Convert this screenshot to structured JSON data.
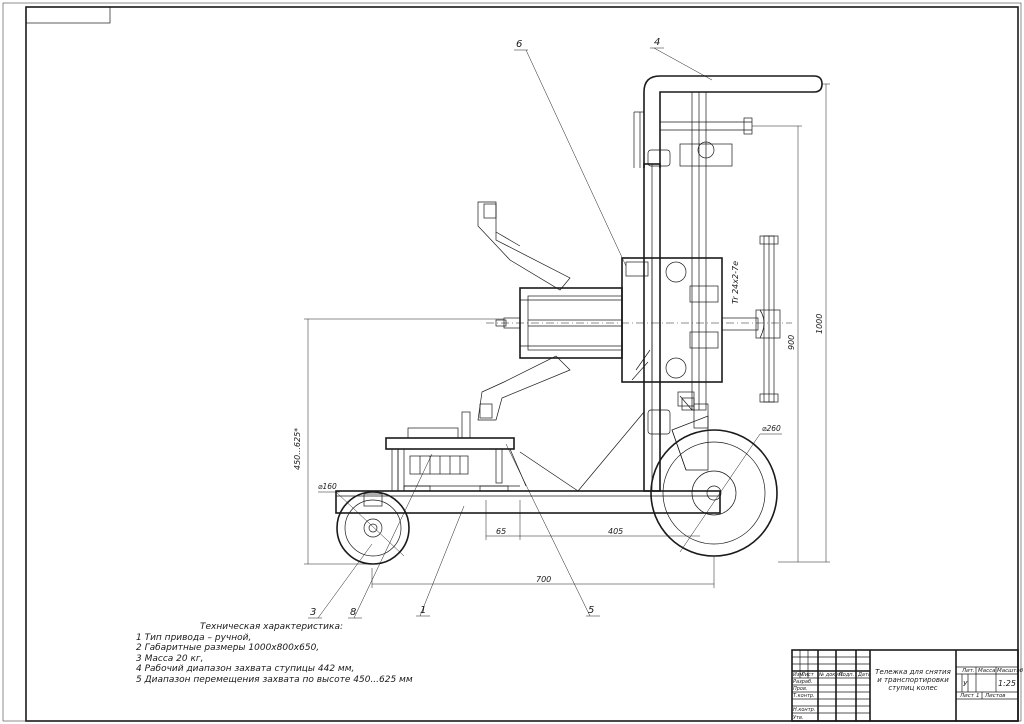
{
  "drawing": {
    "balloons": [
      "1",
      "3",
      "4",
      "5",
      "6",
      "8"
    ],
    "dimensions": {
      "height_range": "450...625*",
      "total_height": "1000",
      "handle_height": "900",
      "width": "700",
      "wheelbase": "405",
      "offset": "65",
      "small_wheel_dia": "⌀160",
      "large_wheel_dia": "⌀260",
      "thread": "Tr 24x2-7e"
    }
  },
  "notes": {
    "title": "Техническая характеристика:",
    "items": [
      "1 Тип привода – ручной,",
      "2 Габаритные размеры 1000x800x650,",
      "3 Масса 20 кг,",
      "4 Рабочий диапазон захвата ступицы 442 мм,",
      "5 Диапазон перемещения захвата по высоте 450...625 мм"
    ]
  },
  "title_block": {
    "name": "Тележка для снятия и транспортировки ступиц колес",
    "col_headers": [
      "Изм",
      "Лист",
      "№ докум.",
      "Подп.",
      "Дата"
    ],
    "row_labels": [
      "Разраб.",
      "Пров.",
      "Т.контр.",
      "Н.контр.",
      "Утв."
    ],
    "stage_header": "Лит.",
    "mass_header": "Масса",
    "scale_header": "Масштаб",
    "scale": "1:25",
    "sheet_label": "Лист",
    "sheets_label": "Листов",
    "stage_value": "У",
    "sheet_number": "1"
  }
}
